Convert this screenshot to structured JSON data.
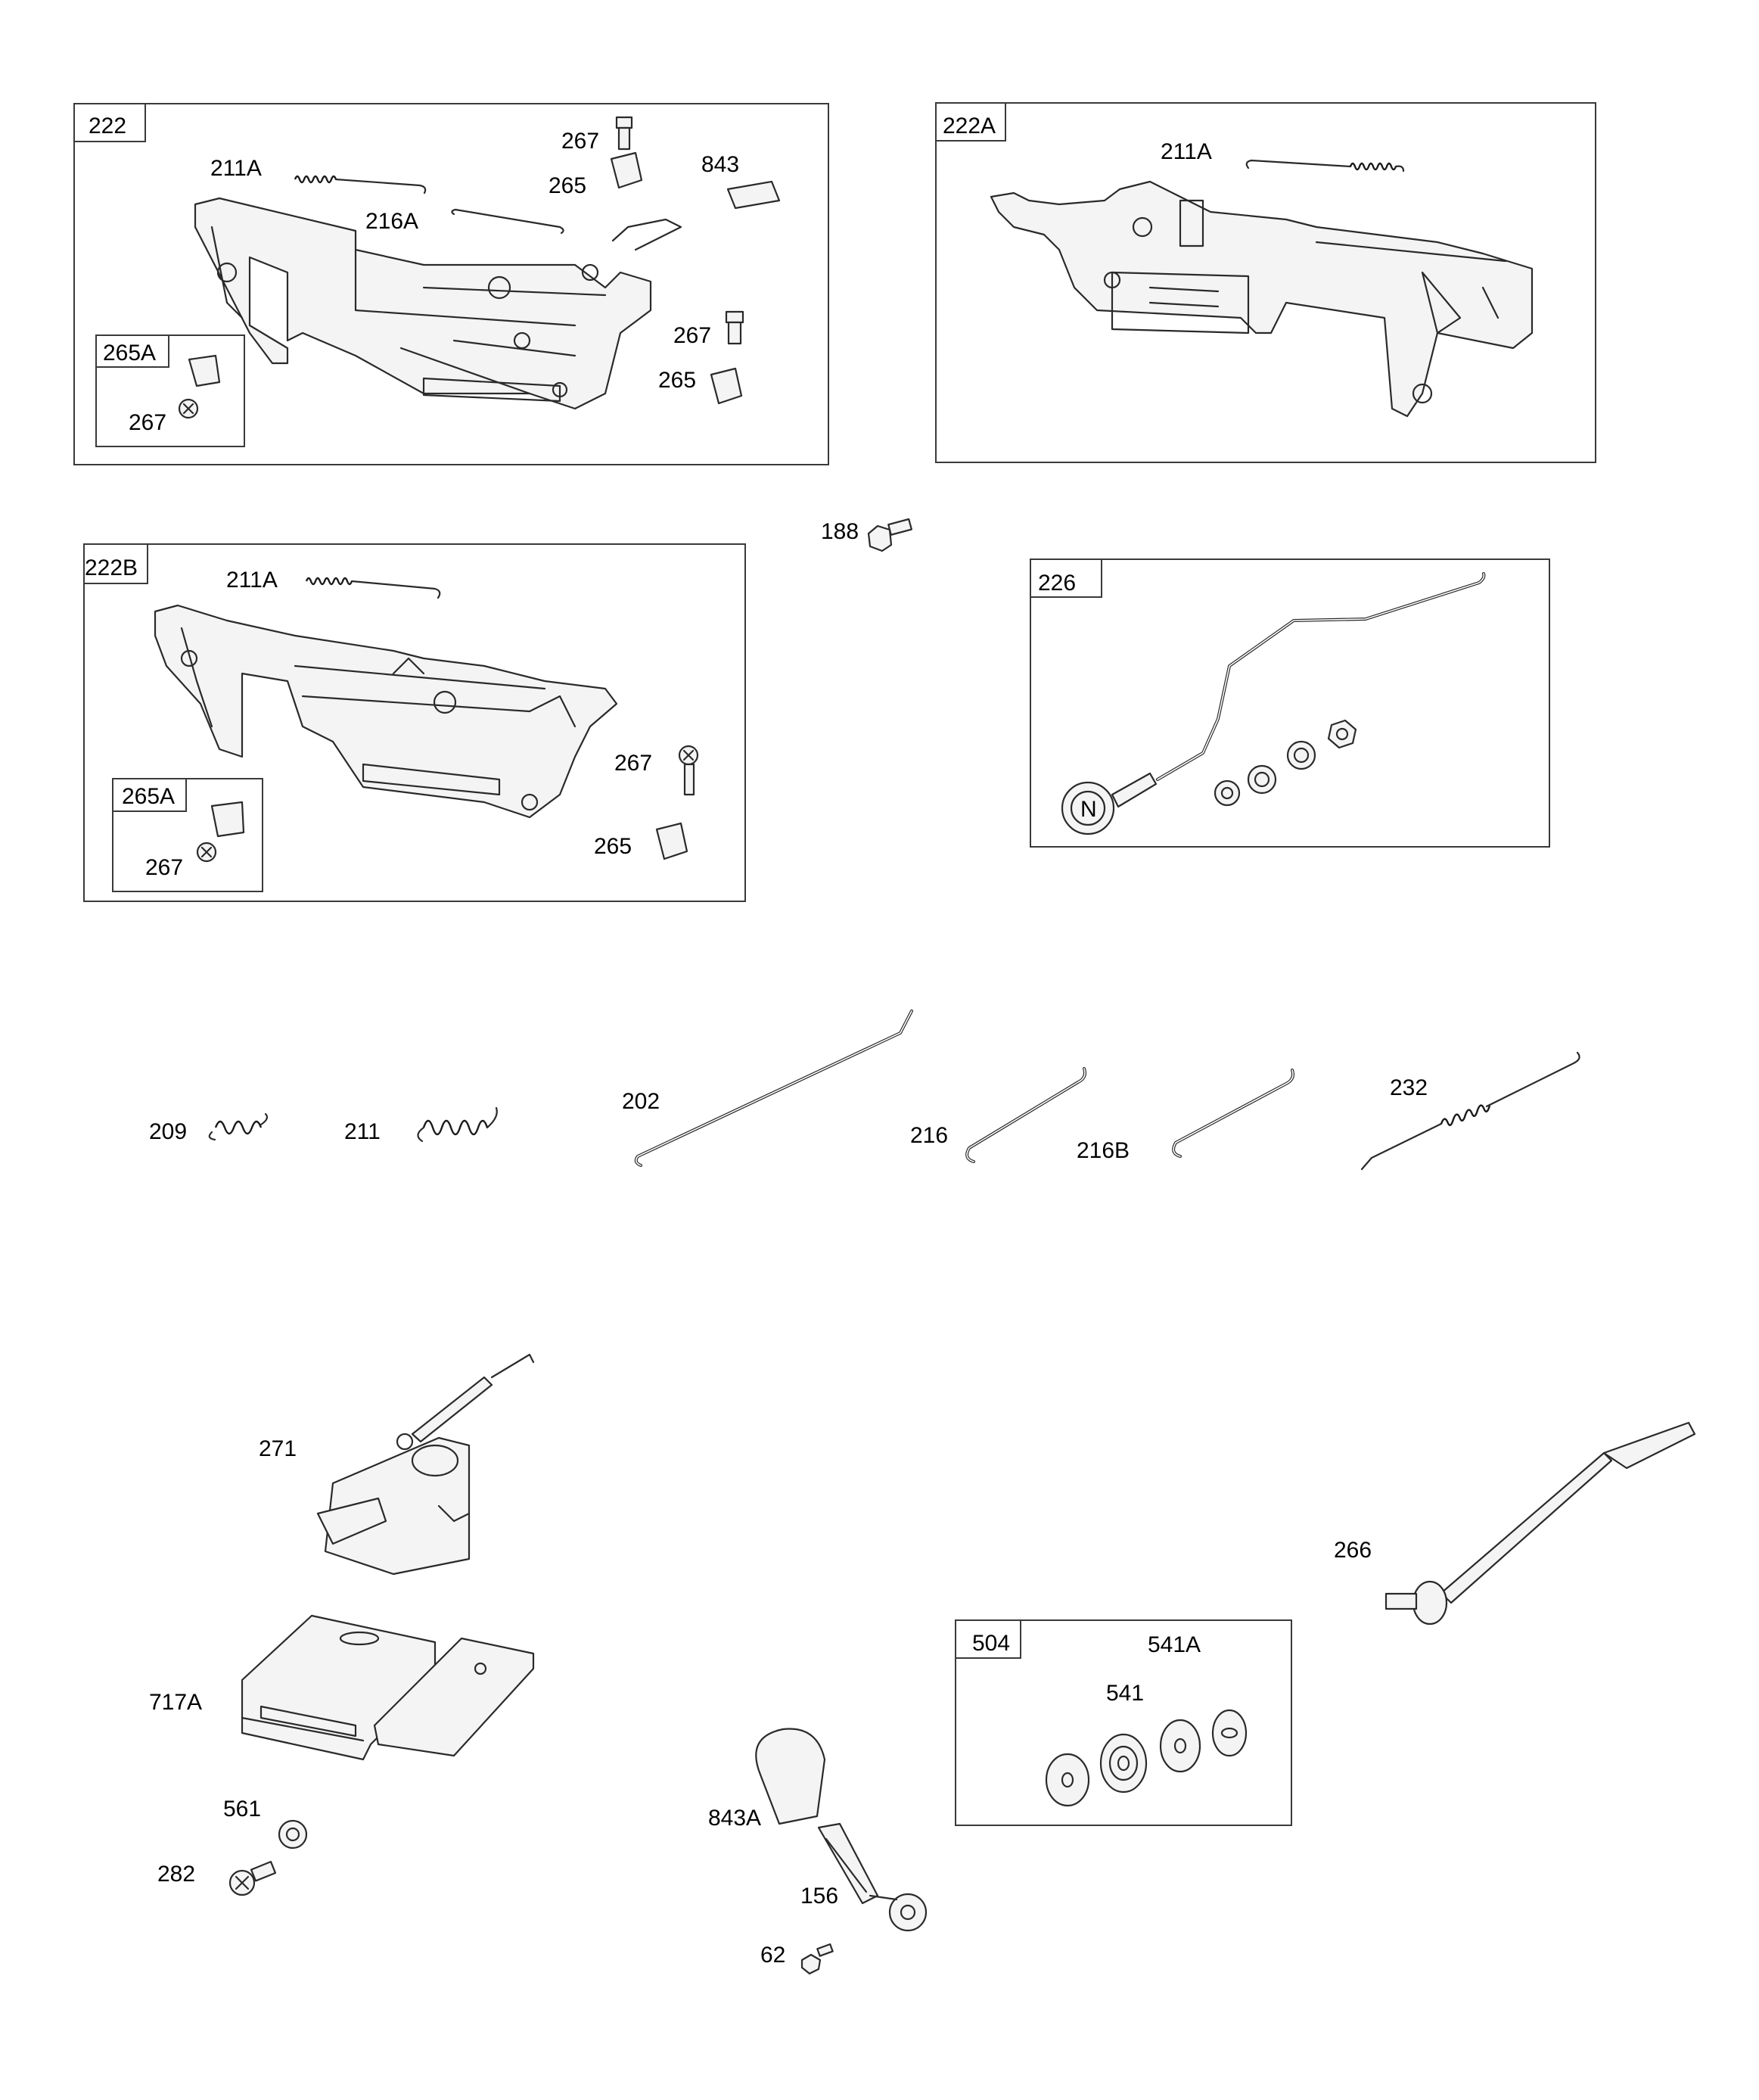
{
  "groups": [
    {
      "id": "g222",
      "tag": "222"
    },
    {
      "id": "g265a_1",
      "tag": "265A"
    },
    {
      "id": "g222a",
      "tag": "222A"
    },
    {
      "id": "g222b",
      "tag": "222B"
    },
    {
      "id": "g265a_2",
      "tag": "265A"
    },
    {
      "id": "g226",
      "tag": "226"
    },
    {
      "id": "g504",
      "tag": "504"
    }
  ],
  "callouts": [
    "211A",
    "216A",
    "267",
    "265",
    "843",
    "267",
    "265",
    "267",
    "211A",
    "211A",
    "267",
    "265",
    "267",
    "188",
    "209",
    "211",
    "202",
    "216",
    "216B",
    "232",
    "271",
    "266",
    "717A",
    "561",
    "282",
    "541A",
    "541",
    "843A",
    "156",
    "62"
  ]
}
